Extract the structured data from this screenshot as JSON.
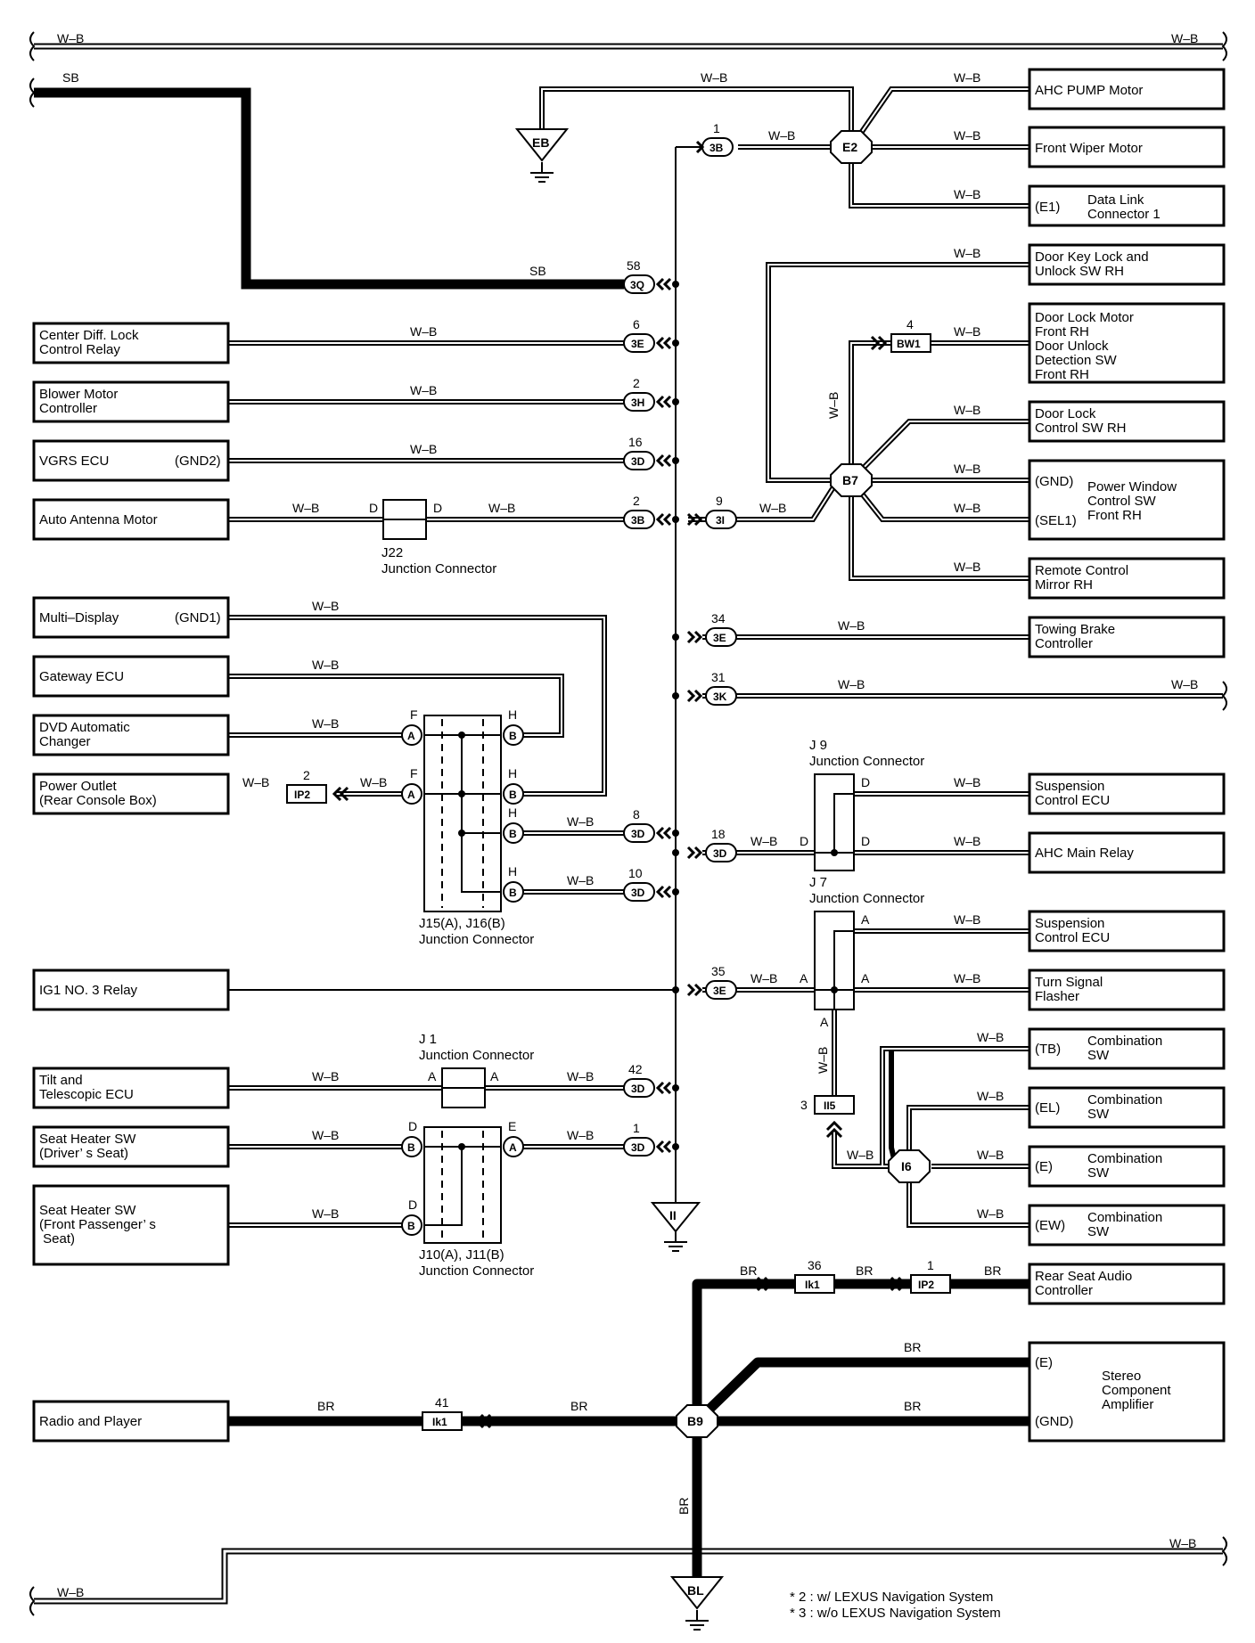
{
  "wire_colors": {
    "wb": "W–B",
    "sb": "SB",
    "br": "BR"
  },
  "grounds": {
    "eb": "EB",
    "ii": "II",
    "bl": "BL"
  },
  "left_components": {
    "center_diff": [
      "Center Diff.  Lock",
      "Control Relay"
    ],
    "blower": [
      "Blower Motor",
      "Controller"
    ],
    "vgrs": "VGRS ECU",
    "vgrs_pin": "(GND2)",
    "antenna": "Auto Antenna Motor",
    "multi_display": "Multi–Display",
    "multi_display_pin": "(GND1)",
    "gateway": "Gateway ECU",
    "dvd": [
      "DVD Automatic",
      "Changer"
    ],
    "power_outlet": [
      "Power Outlet",
      "(Rear Console Box)"
    ],
    "ig1": "IG1 NO. 3 Relay",
    "tilt": [
      "Tilt and",
      "Telescopic ECU"
    ],
    "seat_driver": [
      "Seat Heater SW",
      "(Driver’ s Seat)"
    ],
    "seat_passenger": [
      "Seat Heater SW",
      "(Front Passenger’ s",
      " Seat)"
    ],
    "radio": "Radio and Player"
  },
  "right_components": {
    "ahc_pump": "AHC PUMP Motor",
    "wiper": "Front Wiper Motor",
    "dlc_pin": "(E1)",
    "dlc": [
      "Data Link",
      "Connector 1"
    ],
    "door_key": [
      "Door Key Lock and",
      "Unlock SW RH"
    ],
    "door_lock_motor": [
      "Door Lock Motor",
      "Front RH",
      "Door Unlock",
      "Detection SW",
      "Front RH"
    ],
    "door_lock_ctrl": [
      "Door Lock",
      "Control SW RH"
    ],
    "pw_pin1": "(GND)",
    "pw_pin2": "(SEL1)",
    "power_window": [
      "Power Window",
      "Control SW",
      "Front RH"
    ],
    "remote_mirror": [
      "Remote Control",
      "Mirror RH"
    ],
    "towing": [
      "Towing Brake",
      "Controller"
    ],
    "susp1": [
      "Suspension",
      "Control ECU"
    ],
    "ahc_main": "AHC Main Relay",
    "susp2": [
      "Suspension",
      "Control ECU"
    ],
    "turn": [
      "Turn Signal",
      "Flasher"
    ],
    "comb_label": [
      "Combination",
      "SW"
    ],
    "comb_pins": [
      "(TB)",
      "(EL)",
      "(E)",
      "(EW)"
    ],
    "rear_audio": [
      "Rear Seat Audio",
      "Controller"
    ],
    "stereo": [
      "Stereo",
      "Component",
      "Amplifier"
    ],
    "stereo_pins": [
      "(E)",
      "(GND)"
    ]
  },
  "splices": {
    "e2": "E2",
    "b7": "B7",
    "i6": "I6",
    "b9": "B9"
  },
  "connectors": {
    "c3b_top": {
      "num": "1",
      "code": "3B"
    },
    "c3q": {
      "num": "58",
      "code": "3Q"
    },
    "c3e_6": {
      "num": "6",
      "code": "3E"
    },
    "c3h": {
      "num": "2",
      "code": "3H"
    },
    "c3d_16": {
      "num": "16",
      "code": "3D"
    },
    "c3b_2": {
      "num": "2",
      "code": "3B"
    },
    "c3i": {
      "num": "9",
      "code": "3I"
    },
    "c3e_34": {
      "num": "34",
      "code": "3E"
    },
    "c3k": {
      "num": "31",
      "code": "3K"
    },
    "c3d_8": {
      "num": "8",
      "code": "3D"
    },
    "c3d_18": {
      "num": "18",
      "code": "3D"
    },
    "c3d_10": {
      "num": "10",
      "code": "3D"
    },
    "c3e_35": {
      "num": "35",
      "code": "3E"
    },
    "c3d_42": {
      "num": "42",
      "code": "3D"
    },
    "c3d_1": {
      "num": "1",
      "code": "3D"
    },
    "bw1": {
      "num": "4",
      "code": "BW1"
    },
    "ip2_left": {
      "num": "2",
      "code": "IP2"
    },
    "ii5": {
      "num": "3",
      "code": "II5"
    },
    "ik1_36": {
      "num": "36",
      "code": "Ik1"
    },
    "ip2_right": {
      "num": "1",
      "code": "IP2"
    },
    "ik1_41": {
      "num": "41",
      "code": "Ik1"
    }
  },
  "junctions": {
    "j22": "J22",
    "j22_desc": "Junction Connector",
    "j15": "J15(A), J16(B)",
    "j15_desc": "Junction Connector",
    "j9": "J 9",
    "j9_desc": "Junction Connector",
    "j7": "J 7",
    "j7_desc": "Junction Connector",
    "j1": "J 1",
    "j1_desc": "Junction Connector",
    "j10": "J10(A), J11(B)",
    "j10_desc": "Junction Connector"
  },
  "pin_letters": {
    "d": "D",
    "f": "F",
    "h": "H",
    "a": "A",
    "e": "E",
    "b": "B"
  },
  "notes": [
    "* 2 : w/ LEXUS Navigation System",
    "* 3 : w/o LEXUS Navigation System"
  ]
}
